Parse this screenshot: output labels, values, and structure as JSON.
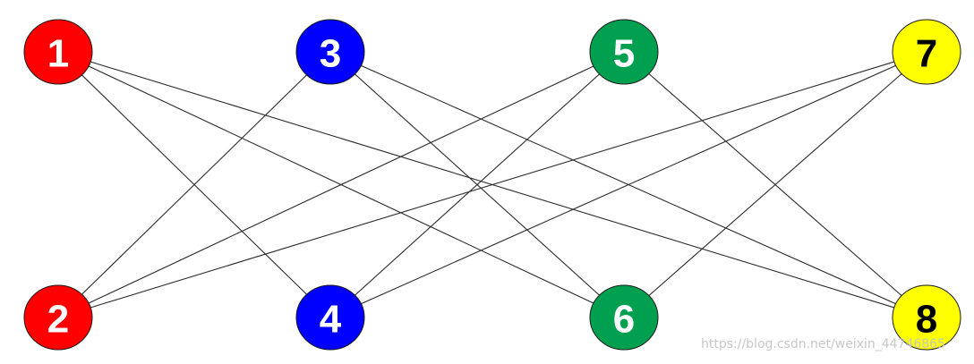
{
  "diagram": {
    "nodes": [
      {
        "id": "1",
        "label": "1",
        "fill": "#ff0000",
        "text_color": "#ffffff"
      },
      {
        "id": "3",
        "label": "3",
        "fill": "#0000ff",
        "text_color": "#ffffff"
      },
      {
        "id": "5",
        "label": "5",
        "fill": "#00a050",
        "text_color": "#ffffff"
      },
      {
        "id": "7",
        "label": "7",
        "fill": "#ffff00",
        "text_color": "#000000"
      },
      {
        "id": "2",
        "label": "2",
        "fill": "#ff0000",
        "text_color": "#ffffff"
      },
      {
        "id": "4",
        "label": "4",
        "fill": "#0000ff",
        "text_color": "#ffffff"
      },
      {
        "id": "6",
        "label": "6",
        "fill": "#00a050",
        "text_color": "#ffffff"
      },
      {
        "id": "8",
        "label": "8",
        "fill": "#ffff00",
        "text_color": "#000000"
      }
    ],
    "edges": [
      {
        "from": "1",
        "to": "4"
      },
      {
        "from": "1",
        "to": "6"
      },
      {
        "from": "1",
        "to": "8"
      },
      {
        "from": "3",
        "to": "2"
      },
      {
        "from": "3",
        "to": "6"
      },
      {
        "from": "3",
        "to": "8"
      },
      {
        "from": "5",
        "to": "2"
      },
      {
        "from": "5",
        "to": "4"
      },
      {
        "from": "5",
        "to": "8"
      },
      {
        "from": "7",
        "to": "2"
      },
      {
        "from": "7",
        "to": "4"
      },
      {
        "from": "7",
        "to": "6"
      }
    ]
  },
  "watermark": {
    "text": "https://blog.csdn.net/weixin_44746865"
  }
}
